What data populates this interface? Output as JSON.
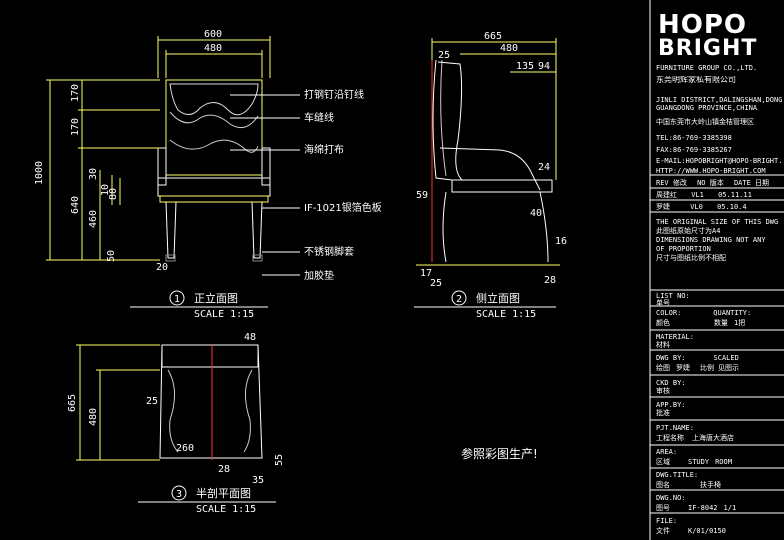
{
  "front_view": {
    "dims_top": [
      "600",
      "480"
    ],
    "dims_left": [
      "1000",
      "170",
      "170",
      "30",
      "640",
      "10",
      "80",
      "460",
      "50"
    ],
    "dim_bottom": "20",
    "callouts": [
      "打钢钉沿钉线",
      "车缝线",
      "海绵打布",
      "IF-1021银箔色板",
      "不锈钢脚套",
      "加胶垫"
    ],
    "title_num": "1",
    "title": "正立面图",
    "scale": "SCALE 1:15"
  },
  "side_view": {
    "dims_top": [
      "665",
      "480",
      "135",
      "94"
    ],
    "dims_left": [
      "25",
      "59",
      "17",
      "25"
    ],
    "dims_right": [
      "24",
      "40",
      "16",
      "28"
    ],
    "title_num": "2",
    "title": "侧立面图",
    "scale": "SCALE 1:15"
  },
  "plan_view": {
    "dims_left": [
      "665",
      "480"
    ],
    "dims_other": [
      "48",
      "25",
      "260",
      "28",
      "35",
      "55"
    ],
    "title_num": "3",
    "title": "半剖平面图",
    "scale": "SCALE 1:15"
  },
  "note": "参照彩图生产!",
  "title_block": {
    "logo_line1": "HOPO",
    "logo_line2": "BRIGHT",
    "company_en": "FURNITURE GROUP CO.,LTD.",
    "company_cn": "东莞明辉家私有限公司",
    "address": [
      "JINLI DISTRICT,DALINGSHAN,DONGGUAN",
      "GUANGDONG PROVINCE,CHINA",
      "中国东莞市大岭山镇金桔管理区"
    ],
    "tel": "TEL:86-769-3385398",
    "fax": "FAX:86-769-3385267",
    "email": "E-MAIL:HOPOBRIGHT@HOPO-BRIGHT.COM",
    "web": "HTTP://WWW.HOPO-BRIGHT.COM",
    "rev_header": [
      "REV",
      "修改",
      "NO 版本",
      "DATE 日期"
    ],
    "rev_rows": [
      [
        "周建红",
        "VL1",
        "05.11.11"
      ],
      [
        "罗婕",
        "VL0",
        "05.10.4"
      ]
    ],
    "disclaimer": [
      "THE ORIGINAL SIZE OF THIS DWG IS A4",
      "此图纸原始尺寸为A4",
      "DIMENSIONS DRAWING NOT ANY",
      "OF PROPORTION",
      "尺寸与图纸比例不相配"
    ],
    "list_no": [
      "LIST NO:",
      "单号"
    ],
    "color": [
      "COLOR:",
      "QUANTITY:",
      "颜色",
      "数量",
      "1把"
    ],
    "material": [
      "MATERIAL:",
      "材料"
    ],
    "dwg_by": [
      "DWG BY:",
      "SCALED",
      "绘图",
      "罗婕",
      "比例",
      "见图示"
    ],
    "ckd_by": [
      "CKD BY:",
      "审核"
    ],
    "appby": [
      "APP.BY:",
      "批准"
    ],
    "pjt_name": [
      "PJT.NAME:",
      "工程名称",
      "上海唐大酒店"
    ],
    "area": [
      "AREA:",
      "区域",
      "STUDY",
      "ROOM"
    ],
    "dwg_title": [
      "DWG.TITLE:",
      "图名",
      "扶手椅"
    ],
    "dwg_no": [
      "DWG.NO:",
      "图号",
      "IF-8042",
      "1/1"
    ],
    "file": [
      "FILE:",
      "文件",
      "K/01/0150"
    ]
  }
}
